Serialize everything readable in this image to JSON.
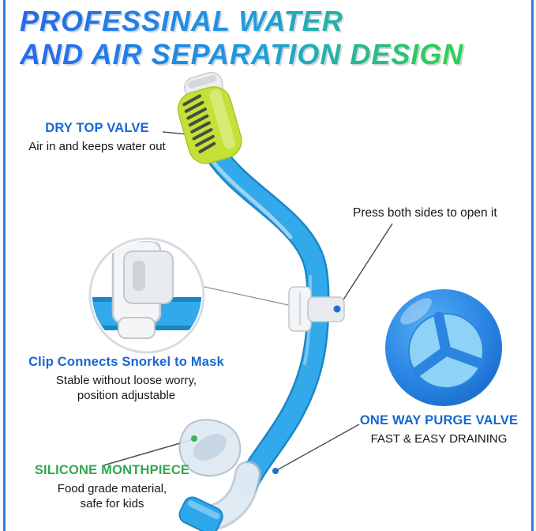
{
  "header": {
    "line1": "PROFESSINAL WATER",
    "line2": "AND AIR SEPARATION DESIGN"
  },
  "callouts": {
    "dry_top_valve": {
      "title": "DRY TOP VALVE",
      "desc": "Air in and keeps water out"
    },
    "press_to_open": {
      "text": "Press both sides to open it"
    },
    "clip": {
      "title": "Clip Connects Snorkel to Mask",
      "desc_line1": "Stable without loose worry,",
      "desc_line2": "position adjustable"
    },
    "purge_valve": {
      "title": "ONE WAY PURGE VALVE",
      "desc": "FAST & EASY DRAINING"
    },
    "mouthpiece": {
      "title": "SILICONE MONTHPIECE",
      "desc_line1": "Food grade material,",
      "desc_line2": "safe for kids"
    }
  },
  "colors": {
    "title_blue": "#1767d2",
    "title_green": "#33a64e",
    "tube_blue": "#32a9ea",
    "tube_edge_blue": "#1b86c6",
    "valve_green": "#c4e138",
    "headline_gradient_start": "#2767ee",
    "headline_gradient_end": "#2fd055",
    "leader_dot_blue": "#1e6fd2",
    "leader_dot_green": "#3db255"
  }
}
